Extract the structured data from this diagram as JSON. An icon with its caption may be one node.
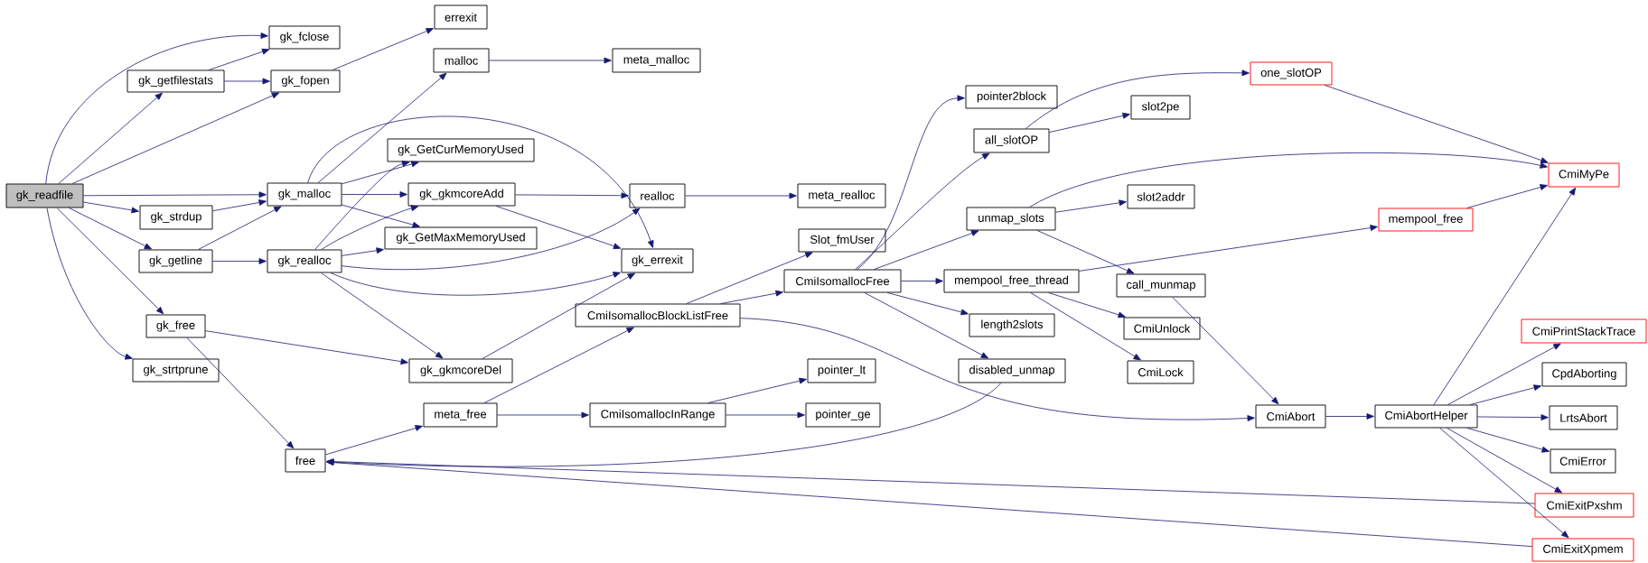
{
  "diagram": {
    "nodes": [
      {
        "text": [
          "gk_readfile"
        ]
      },
      {
        "text": [
          "gk_fclose"
        ]
      },
      {
        "text": [
          "gk_getfilestats"
        ]
      },
      {
        "text": [
          "gk_fopen"
        ]
      },
      {
        "text": [
          "errexit"
        ]
      },
      {
        "text": [
          "malloc"
        ]
      },
      {
        "text": [
          "meta_malloc"
        ]
      },
      {
        "text": [
          "gk_GetCurMemoryUsed"
        ]
      },
      {
        "text": [
          "gk_malloc"
        ]
      },
      {
        "text": [
          "gk_gkmcoreAdd"
        ]
      },
      {
        "text": [
          "gk_strdup"
        ]
      },
      {
        "text": [
          "gk_GetMaxMemoryUsed"
        ]
      },
      {
        "text": [
          "gk_getline"
        ]
      },
      {
        "text": [
          "gk_realloc"
        ]
      },
      {
        "text": [
          "realloc"
        ]
      },
      {
        "text": [
          "meta_realloc"
        ]
      },
      {
        "text": [
          "gk_errexit"
        ]
      },
      {
        "text": [
          "Slot_fmUser"
        ]
      },
      {
        "text": [
          "pointer2block"
        ]
      },
      {
        "text": [
          "all_slotOP"
        ]
      },
      {
        "text": [
          "unmap_slots"
        ]
      },
      {
        "text": [
          "CmiIsomallocFree"
        ]
      },
      {
        "text": [
          "mempool_free_thread"
        ]
      },
      {
        "text": [
          "CmiIsomallocBlockListFree"
        ]
      },
      {
        "text": [
          "length2slots"
        ]
      },
      {
        "text": [
          "pointer_lt"
        ]
      },
      {
        "text": [
          "disabled_unmap"
        ]
      },
      {
        "text": [
          "CmiIsomallocInRange"
        ]
      },
      {
        "text": [
          "pointer_ge"
        ]
      },
      {
        "text": [
          "gk_free"
        ]
      },
      {
        "text": [
          "gk_strtprune"
        ]
      },
      {
        "text": [
          "gk_gkmcoreDel"
        ]
      },
      {
        "text": [
          "meta_free"
        ]
      },
      {
        "text": [
          "free"
        ]
      },
      {
        "text": [
          "one_slotOP"
        ]
      },
      {
        "text": [
          "slot2pe"
        ]
      },
      {
        "text": [
          "CmiMyPe"
        ]
      },
      {
        "text": [
          "slot2addr"
        ]
      },
      {
        "text": [
          "mempool_free"
        ]
      },
      {
        "text": [
          "call_munmap"
        ]
      },
      {
        "text": [
          "CmiUnlock"
        ]
      },
      {
        "text": [
          "CmiLock"
        ]
      },
      {
        "text": [
          "CmiAbort"
        ]
      },
      {
        "text": [
          "CmiAbortHelper"
        ]
      },
      {
        "text": [
          "CmiPrintStackTrace"
        ]
      },
      {
        "text": [
          "CpdAborting"
        ]
      },
      {
        "text": [
          "LrtsAbort"
        ]
      },
      {
        "text": [
          "CmiError"
        ]
      },
      {
        "text": [
          "CmiExitPxshm"
        ]
      },
      {
        "text": [
          "CmiExitXpmem"
        ]
      }
    ],
    "edges": [
      {
        "from": 0,
        "to": 1,
        "arrow": "to"
      },
      {
        "from": 0,
        "to": 2,
        "arrow": "to"
      },
      {
        "from": 0,
        "to": 3,
        "arrow": "to"
      },
      {
        "from": 0,
        "to": 8,
        "arrow": "to"
      },
      {
        "from": 0,
        "to": 10,
        "arrow": "to"
      },
      {
        "from": 0,
        "to": 12,
        "arrow": "to"
      },
      {
        "from": 0,
        "to": 29,
        "arrow": "to"
      },
      {
        "from": 0,
        "to": 30,
        "arrow": "to"
      },
      {
        "from": 2,
        "to": 1,
        "arrow": "to"
      },
      {
        "from": 2,
        "to": 3,
        "arrow": "to"
      },
      {
        "from": 3,
        "to": 4,
        "arrow": "to"
      },
      {
        "from": 8,
        "to": 5,
        "arrow": "to"
      },
      {
        "from": 8,
        "to": 7,
        "arrow": "to"
      },
      {
        "from": 8,
        "to": 9,
        "arrow": "to"
      },
      {
        "from": 8,
        "to": 11,
        "arrow": "to"
      },
      {
        "from": 8,
        "to": 16,
        "arrow": "to"
      },
      {
        "from": 10,
        "to": 8,
        "arrow": "to"
      },
      {
        "from": 12,
        "to": 8,
        "arrow": "to"
      },
      {
        "from": 12,
        "to": 13,
        "arrow": "to"
      },
      {
        "from": 5,
        "to": 6,
        "arrow": "to"
      },
      {
        "from": 13,
        "to": 7,
        "arrow": "to"
      },
      {
        "from": 13,
        "to": 9,
        "arrow": "to"
      },
      {
        "from": 13,
        "to": 11,
        "arrow": "to"
      },
      {
        "from": 13,
        "to": 14,
        "arrow": "to"
      },
      {
        "from": 13,
        "to": 16,
        "arrow": "to"
      },
      {
        "from": 13,
        "to": 31,
        "arrow": "to"
      },
      {
        "from": 9,
        "to": 14,
        "arrow": "to"
      },
      {
        "from": 9,
        "to": 16,
        "arrow": "to"
      },
      {
        "from": 14,
        "to": 15,
        "arrow": "to"
      },
      {
        "from": 29,
        "to": 31,
        "arrow": "to"
      },
      {
        "from": 29,
        "to": 33,
        "arrow": "to"
      },
      {
        "from": 31,
        "to": 16,
        "arrow": "to"
      },
      {
        "from": 33,
        "to": 32,
        "arrow": "to"
      },
      {
        "from": 32,
        "to": 23,
        "arrow": "to"
      },
      {
        "from": 32,
        "to": 27,
        "arrow": "to"
      },
      {
        "from": 27,
        "to": 25,
        "arrow": "to"
      },
      {
        "from": 27,
        "to": 28,
        "arrow": "to"
      },
      {
        "from": 23,
        "to": 17,
        "arrow": "to"
      },
      {
        "from": 23,
        "to": 21,
        "arrow": "to"
      },
      {
        "from": 23,
        "to": 42,
        "arrow": "to"
      },
      {
        "from": 21,
        "to": 18,
        "arrow": "to"
      },
      {
        "from": 21,
        "to": 19,
        "arrow": "to"
      },
      {
        "from": 21,
        "to": 20,
        "arrow": "to"
      },
      {
        "from": 21,
        "to": 22,
        "arrow": "to"
      },
      {
        "from": 21,
        "to": 24,
        "arrow": "to"
      },
      {
        "from": 21,
        "to": 26,
        "arrow": "to"
      },
      {
        "from": 19,
        "to": 34,
        "arrow": "to"
      },
      {
        "from": 19,
        "to": 35,
        "arrow": "to"
      },
      {
        "from": 34,
        "to": 36,
        "arrow": "to"
      },
      {
        "from": 20,
        "to": 36,
        "arrow": "to"
      },
      {
        "from": 20,
        "to": 37,
        "arrow": "to"
      },
      {
        "from": 20,
        "to": 39,
        "arrow": "to"
      },
      {
        "from": 22,
        "to": 38,
        "arrow": "to"
      },
      {
        "from": 22,
        "to": 40,
        "arrow": "to"
      },
      {
        "from": 22,
        "to": 41,
        "arrow": "to"
      },
      {
        "from": 38,
        "to": 36,
        "arrow": "to"
      },
      {
        "from": 39,
        "to": 42,
        "arrow": "to"
      },
      {
        "from": 26,
        "to": 33,
        "arrow": "to"
      },
      {
        "from": 42,
        "to": 43,
        "arrow": "to"
      },
      {
        "from": 43,
        "to": 36,
        "arrow": "to"
      },
      {
        "from": 43,
        "to": 44,
        "arrow": "to"
      },
      {
        "from": 43,
        "to": 45,
        "arrow": "to"
      },
      {
        "from": 43,
        "to": 46,
        "arrow": "to"
      },
      {
        "from": 43,
        "to": 47,
        "arrow": "to"
      },
      {
        "from": 43,
        "to": 48,
        "arrow": "to"
      },
      {
        "from": 43,
        "to": 49,
        "arrow": "to"
      },
      {
        "from": 48,
        "to": 33,
        "arrow": "to"
      },
      {
        "from": 49,
        "to": 33,
        "arrow": "to"
      }
    ]
  }
}
